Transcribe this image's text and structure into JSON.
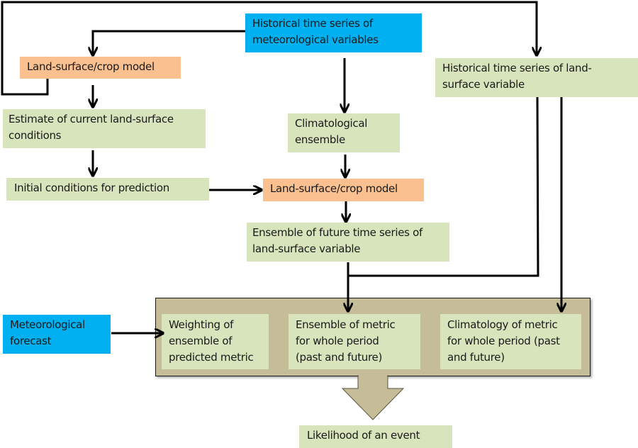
{
  "diagram": {
    "nodes": {
      "hist_met": {
        "label": "Historical time series of\nmeteorological variables",
        "color": "#00b0f0"
      },
      "crop_model_1": {
        "label": "Land-surface/crop model",
        "color": "#fac090"
      },
      "estimate_current": {
        "label": "Estimate of current land-surface\nconditions",
        "color": "#d8e4bc"
      },
      "initial_conditions": {
        "label": "Initial conditions for prediction",
        "color": "#d8e4bc"
      },
      "climatological_ensemble": {
        "label": "Climatological\nensemble",
        "color": "#d8e4bc"
      },
      "crop_model_2": {
        "label": "Land-surface/crop model",
        "color": "#fac090"
      },
      "ensemble_future": {
        "label": "Ensemble of future time series of\nland-surface variable",
        "color": "#d8e4bc"
      },
      "hist_land": {
        "label": "Historical time series of land-\nsurface variable",
        "color": "#d8e4bc"
      },
      "met_forecast": {
        "label": "Meteorological\nforecast",
        "color": "#00b0f0"
      },
      "weighting": {
        "label": "Weighting of\nensemble of\npredicted metric",
        "color": "#d8e4bc"
      },
      "ensemble_metric": {
        "label": "Ensemble of metric\nfor whole period\n(past and future)",
        "color": "#d8e4bc"
      },
      "climatology_metric": {
        "label": "Climatology of metric\nfor whole period (past\nand future)",
        "color": "#d8e4bc"
      },
      "likelihood": {
        "label": "Likelihood of an event",
        "color": "#d8e4bc"
      }
    },
    "container_color": "#c4bd97",
    "edges": [
      {
        "from": "hist_met",
        "to": "crop_model_1"
      },
      {
        "from": "hist_met",
        "to": "climatological_ensemble"
      },
      {
        "from": "crop_model_1",
        "to": "estimate_current"
      },
      {
        "from": "crop_model_1",
        "to": "hist_land"
      },
      {
        "from": "estimate_current",
        "to": "initial_conditions"
      },
      {
        "from": "initial_conditions",
        "to": "crop_model_2"
      },
      {
        "from": "climatological_ensemble",
        "to": "crop_model_2"
      },
      {
        "from": "crop_model_2",
        "to": "ensemble_future"
      },
      {
        "from": "ensemble_future",
        "to": "ensemble_metric"
      },
      {
        "from": "hist_land",
        "to": "ensemble_metric"
      },
      {
        "from": "hist_land",
        "to": "climatology_metric"
      },
      {
        "from": "met_forecast",
        "to": "weighting"
      },
      {
        "from": "metric_group",
        "to": "likelihood"
      }
    ]
  }
}
